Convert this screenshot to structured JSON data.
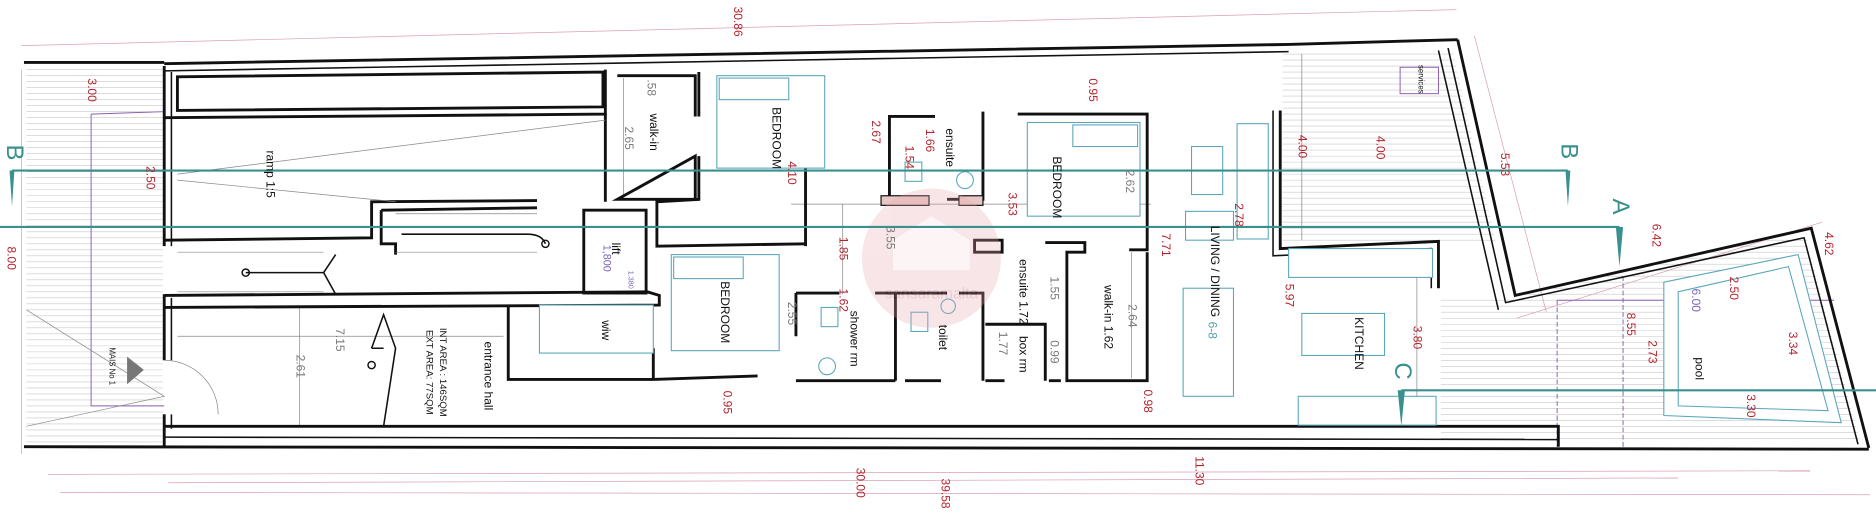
{
  "plan": {
    "watermark": "sansaramalta",
    "areas": {
      "int": "INT AREA : 146SQM",
      "ext": "EXT AREA: 77SQM"
    },
    "mais": "MAIS No 1",
    "sections": {
      "a": "A",
      "b": "B",
      "c": "C"
    },
    "rooms": {
      "walk_in_1": "walk-in",
      "ramp": "ramp 1:5",
      "lift": "lift",
      "wiw": "wiw",
      "entrance": "entrance hall",
      "bedroom_1": "BEDROOM",
      "bedroom_2": "BEDROOM",
      "bedroom_3": "BEDROOM",
      "ensuite_1": "ensuite",
      "shower": "shower rm",
      "toilet": "toilet",
      "ensuite_2": "ensuite 1.72",
      "box_rm": "box rm",
      "walk_in_2": "walk-in 1.62",
      "living": "LIVING / DINING",
      "seats": "6-8",
      "kitchen": "KITCHEN",
      "services": "services",
      "pool": "pool"
    },
    "dimensions": [
      "30.86",
      "3.00",
      "2.50",
      "8.00",
      ".58",
      "2.65",
      "7.15",
      "2.61",
      "1,800",
      "1.380",
      "4.10",
      "2.67",
      "1.66",
      "1.54",
      "3.53",
      "3.55",
      "1.85",
      "2.62",
      "0.95",
      "1.62",
      "2.55",
      "1.55",
      "1.77",
      "0.99",
      "2.64",
      "0.95",
      "0.98",
      "7.71",
      "2.78",
      "5.97",
      "30.00",
      "39.58",
      "11.30",
      "4.00",
      "4.00",
      "5.53",
      "6.42",
      "4.62",
      "2.50",
      "6.00",
      "8.55",
      "2.73",
      "3.34",
      "3.30",
      "3.80"
    ]
  },
  "colors": {
    "dimension": "#b3242c",
    "section": "#3a8f8f",
    "furniture": "#5aa7bb",
    "wall": "#111111"
  }
}
